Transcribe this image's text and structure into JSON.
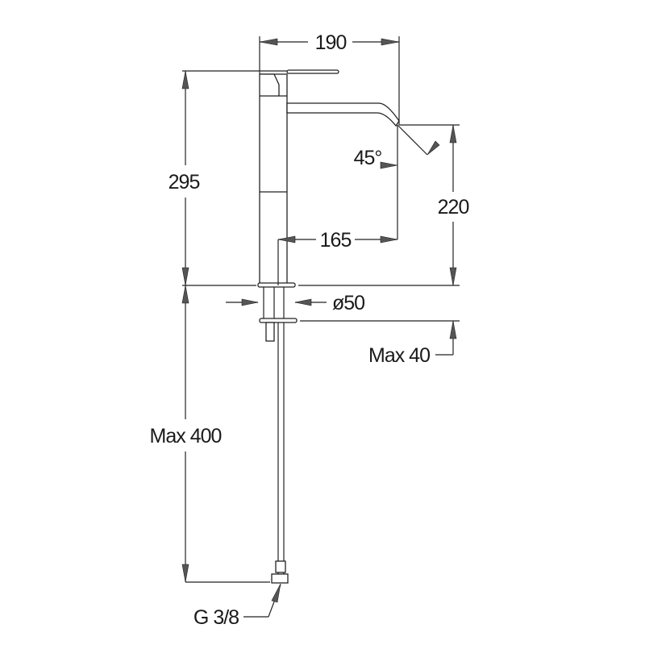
{
  "drawing": {
    "dim_width": "190",
    "dim_height": "295",
    "dim_spout_angle": "45°",
    "dim_spout_height": "220",
    "dim_spout_reach": "165",
    "dim_base_diameter": "ø50",
    "dim_max_deck": "Max 40",
    "dim_max_hose": "Max 400",
    "dim_connection": "G 3/8"
  }
}
